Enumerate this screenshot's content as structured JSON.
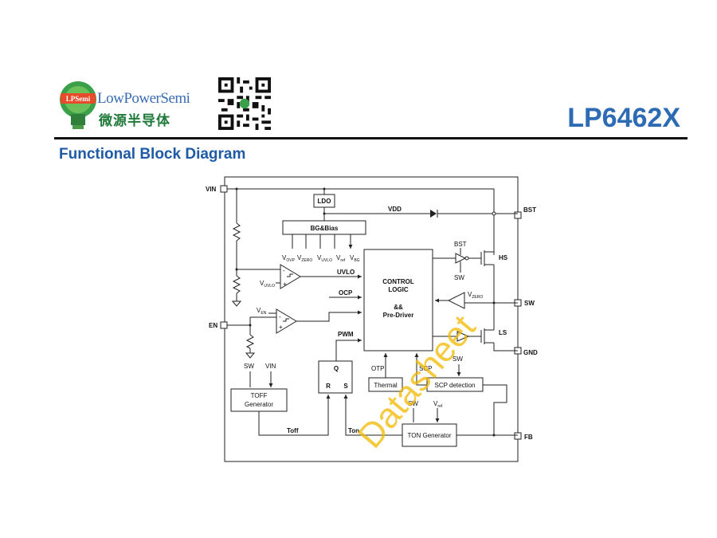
{
  "header": {
    "brand_en": "LowPowerSemi",
    "brand_cn": "微源半导体",
    "logo_badge": "LPSemi",
    "part_number": "LP6462X"
  },
  "section_title": "Functional Block Diagram",
  "pins": {
    "vin": "VIN",
    "en": "EN",
    "bst": "BST",
    "sw": "SW",
    "gnd": "GND",
    "fb": "FB"
  },
  "blocks": {
    "ldo": "LDO",
    "bg_bias": "BG&Bias",
    "control_line1": "CONTROL",
    "control_line2": "LOGIC",
    "control_line3": "&&",
    "control_line4": "Pre-Driver",
    "thermal": "Thermal",
    "scp_detection": "SCP detection",
    "toff_line1": "TOFF",
    "toff_line2": "Generator",
    "ton_generator": "TON Generator",
    "latch_q": "Q",
    "latch_r": "R",
    "latch_s": "S"
  },
  "signals": {
    "vdd": "VDD",
    "vovp": "V",
    "vovp_sub": "OVP",
    "vzero": "V",
    "vzero_sub": "ZERO",
    "vuvlo": "V",
    "vuvlo_sub": "UVLO",
    "vref": "V",
    "vref_sub": "ref",
    "vbg": "V",
    "vbg_sub": "BG",
    "uvlo": "UVLO",
    "ocp": "OCP",
    "pwm": "PWM",
    "otp": "OTP",
    "scp": "SCP",
    "ven": "V",
    "ven_sub": "EN",
    "vuvlo_in": "V",
    "vuvlo_in_sub": "UVLO",
    "vzero_in": "V",
    "vzero_in_sub": "ZERO",
    "bst_drv": "BST",
    "sw_drv": "SW",
    "hs": "HS",
    "ls": "LS",
    "sw_toff": "SW",
    "vin_toff": "VIN",
    "sw_scp": "SW",
    "sw_ton": "SW",
    "vref_ton": "V",
    "vref_ton_sub": "ref",
    "toff": "Toff",
    "ton": "Ton"
  },
  "watermark": "Datasheet",
  "colors": {
    "brand_blue": "#2d6bb4",
    "title_blue": "#1f5aa6",
    "brand_green": "#1f7a3a",
    "watermark": "#f2b900"
  }
}
